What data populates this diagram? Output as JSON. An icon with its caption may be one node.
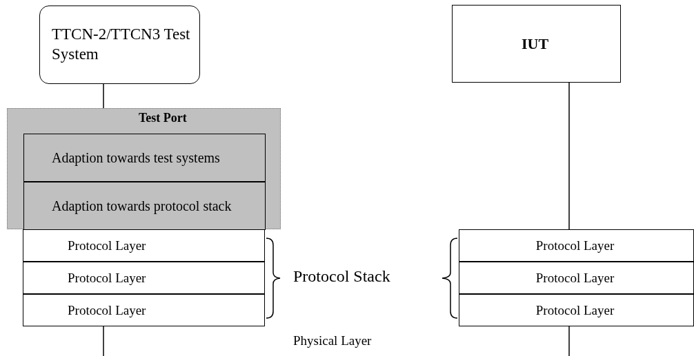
{
  "diagram": {
    "nodes": [
      {
        "text": [
          "TTCN-2/TTCN3 Test System"
        ]
      },
      {
        "text": [
          "Test Port"
        ]
      },
      {
        "text": [
          "Adaption towards test systems"
        ],
        "in": 1
      },
      {
        "text": [
          "Adaption towards protocol stack"
        ],
        "in": 1
      },
      {
        "text": [
          "Protocol Layer"
        ]
      },
      {
        "text": [
          "Protocol Layer"
        ]
      },
      {
        "text": [
          "Protocol Layer"
        ]
      },
      {
        "text": [
          "IUT"
        ]
      },
      {
        "text": [
          "Protocol Layer"
        ]
      },
      {
        "text": [
          "Protocol Layer"
        ]
      },
      {
        "text": [
          "Protocol Layer"
        ]
      }
    ],
    "edges": [
      {
        "from": 0,
        "to": 2,
        "arrow": "none"
      },
      {
        "from": 6,
        "to": null,
        "arrow": "none"
      },
      {
        "from": 7,
        "to": 8,
        "arrow": "none"
      },
      {
        "from": 10,
        "to": null,
        "arrow": "none"
      }
    ],
    "labels": [
      "Protocol Stack",
      "Physical Layer"
    ]
  }
}
